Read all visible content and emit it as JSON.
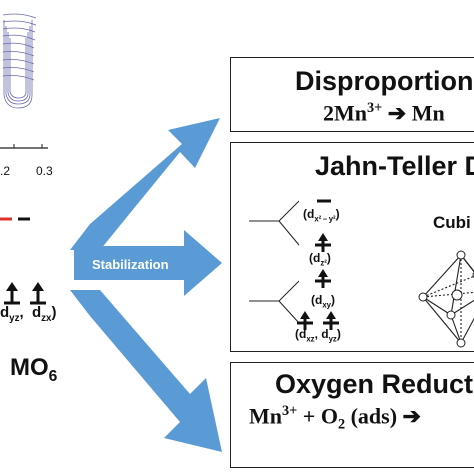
{
  "colors": {
    "arrow": "#5b9bd5",
    "level_red": "#e0302b",
    "chart_lines": "#6a6ab0"
  },
  "left_panel": {
    "tick_a": ".2",
    "tick_b": "0.3",
    "orbital_label_yz": "d",
    "orbital_label_yz_sub": "yz",
    "orbital_label_zx": "d",
    "orbital_label_zx_sub": "zx",
    "mo6_main": "MO",
    "mo6_sub": "6"
  },
  "stabilization_label": "Stabilization",
  "boxes": {
    "disproportion": {
      "title": "Disproportion",
      "eq_a": "2Mn",
      "eq_sup": "3+",
      "eq_b": " ➔ Mn"
    },
    "jahn_teller": {
      "title": "Jahn-Teller D",
      "cubic_label": "Cubi",
      "orb_x2y2": "(d",
      "orb_x2y2_sub": "x² – y²",
      "orb_z2": "(d",
      "orb_z2_sub": "z²",
      "orb_xy": "(d",
      "orb_xy_sub": "xy",
      "orb_xz_yz_a": "(d",
      "orb_xz_sub": "xz",
      "orb_xz_yz_b": ",  d",
      "orb_yz_sub": "yz"
    },
    "oxygen": {
      "title": "Oxygen Reduct",
      "eq_a": "Mn",
      "eq_sup": "3+",
      "eq_b": " + O",
      "eq_sub": "2",
      "eq_c": " (ads) ➔"
    }
  }
}
